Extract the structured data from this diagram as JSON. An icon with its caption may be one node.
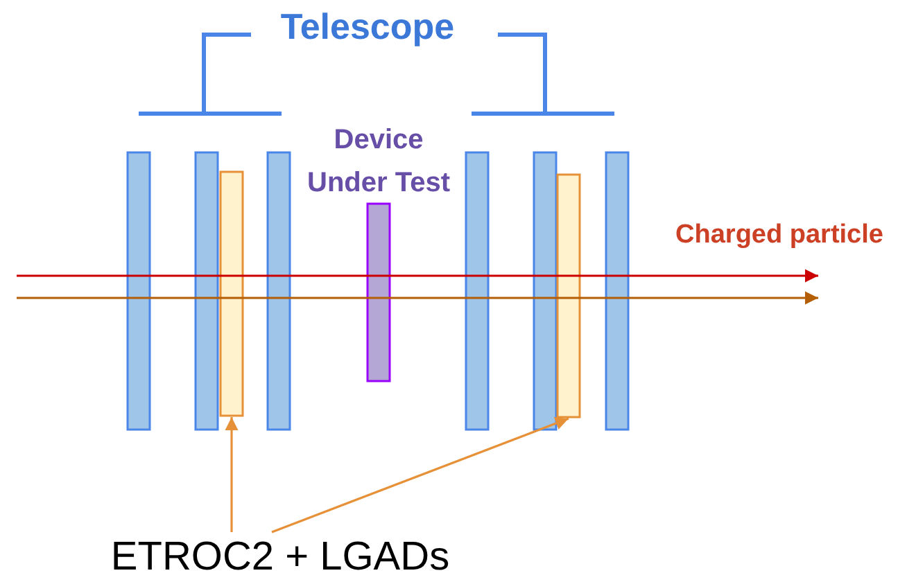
{
  "diagram": {
    "nodes": [
      {
        "text": [],
        "shape": "bar"
      },
      {
        "text": [],
        "shape": "bar"
      },
      {
        "text": [],
        "shape": "bar"
      },
      {
        "text": [],
        "shape": "bar"
      },
      {
        "text": [],
        "shape": "bar",
        "beside": [
          "Device Under Test"
        ]
      },
      {
        "text": [],
        "shape": "bar"
      },
      {
        "text": [],
        "shape": "bar"
      },
      {
        "text": [],
        "shape": "bar"
      },
      {
        "text": [],
        "shape": "bar"
      },
      {
        "text": [
          "ETROC2 + LGADs"
        ]
      }
    ],
    "edges": [
      {
        "from": 9,
        "to": 2,
        "arrow": "to"
      },
      {
        "from": 9,
        "to": 7,
        "arrow": "to"
      }
    ],
    "labels": [
      "Telescope",
      "Charged particle"
    ]
  }
}
